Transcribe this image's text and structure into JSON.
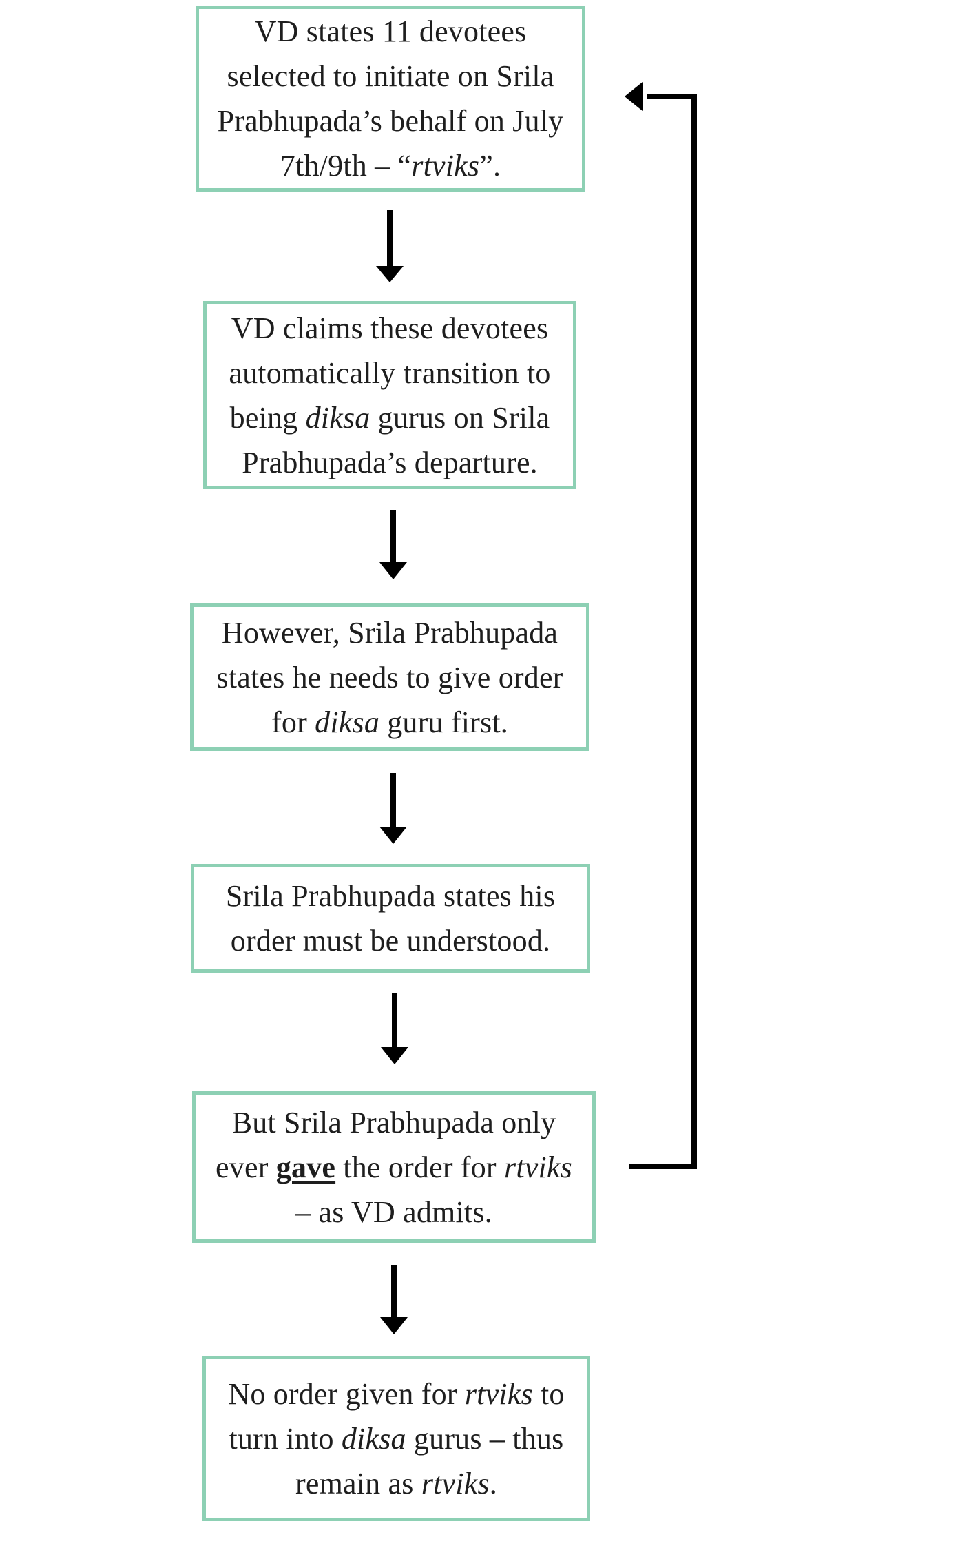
{
  "flowchart": {
    "boxes": [
      {
        "id": "box-1",
        "lines": [
          [
            {
              "t": "VD states 11 devotees"
            }
          ],
          [
            {
              "t": "selected to initiate on Srila"
            }
          ],
          [
            {
              "t": "Prabhupada’s behalf on July"
            }
          ],
          [
            {
              "t": "7th/9th – “"
            },
            {
              "t": "rtviks",
              "i": true
            },
            {
              "t": "”."
            }
          ]
        ]
      },
      {
        "id": "box-2",
        "lines": [
          [
            {
              "t": "VD claims these devotees"
            }
          ],
          [
            {
              "t": "automatically transition to"
            }
          ],
          [
            {
              "t": "being "
            },
            {
              "t": "diksa",
              "i": true
            },
            {
              "t": " gurus on Srila"
            }
          ],
          [
            {
              "t": "Prabhupada’s departure."
            }
          ]
        ]
      },
      {
        "id": "box-3",
        "lines": [
          [
            {
              "t": "However, Srila Prabhupada"
            }
          ],
          [
            {
              "t": "states he needs to give order"
            }
          ],
          [
            {
              "t": "for "
            },
            {
              "t": "diksa",
              "i": true
            },
            {
              "t": " guru first."
            }
          ]
        ]
      },
      {
        "id": "box-4",
        "lines": [
          [
            {
              "t": "Srila Prabhupada states his"
            }
          ],
          [
            {
              "t": "order must be understood."
            }
          ]
        ]
      },
      {
        "id": "box-5",
        "lines": [
          [
            {
              "t": "But Srila Prabhupada only"
            }
          ],
          [
            {
              "t": "ever "
            },
            {
              "t": "gave",
              "b": true,
              "u": true
            },
            {
              "t": " the order for "
            },
            {
              "t": "rtviks",
              "i": true
            }
          ],
          [
            {
              "t": "– as VD admits."
            }
          ]
        ]
      },
      {
        "id": "box-6",
        "lines": [
          [
            {
              "t": "No order given for "
            },
            {
              "t": "rtviks",
              "i": true
            },
            {
              "t": " to"
            }
          ],
          [
            {
              "t": "turn into "
            },
            {
              "t": "diksa",
              "i": true
            },
            {
              "t": " gurus – thus"
            }
          ],
          [
            {
              "t": "remain as "
            },
            {
              "t": "rtviks",
              "i": true
            },
            {
              "t": "."
            }
          ]
        ]
      }
    ],
    "colors": {
      "box_border": "#8dd0b4",
      "text": "#1e1e1e",
      "arrow": "#000000"
    }
  }
}
